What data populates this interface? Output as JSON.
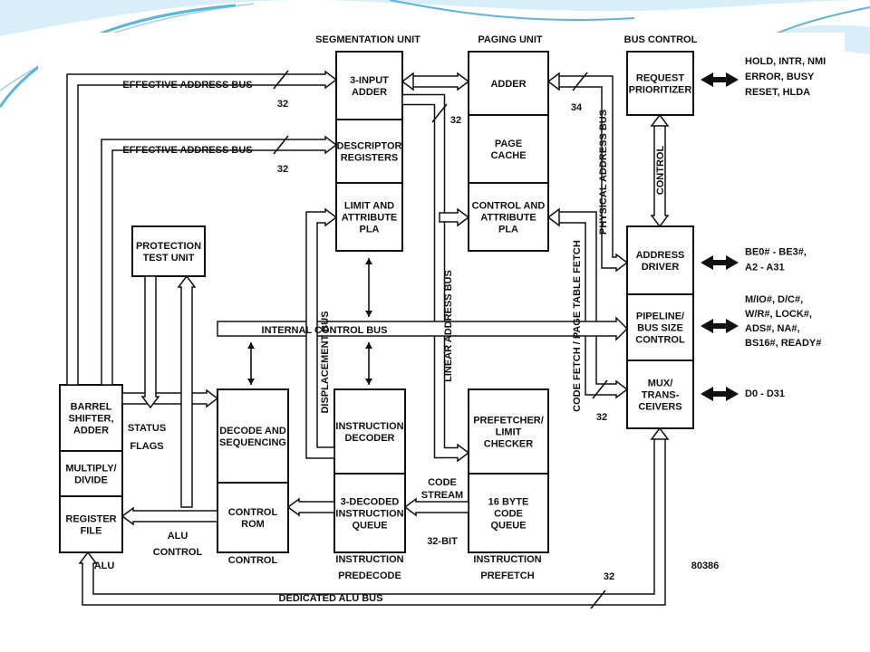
{
  "colors": {
    "slide_accent": "#5ab4dc",
    "slide_light": "#d8eef8",
    "ink": "#111111"
  },
  "units": {
    "segmentation": "SEGMENTATION UNIT",
    "paging": "PAGING UNIT",
    "bus_control": "BUS CONTROL"
  },
  "blocks": {
    "adder3": [
      "3-INPUT",
      "ADDER"
    ],
    "descriptor": [
      "DESCRIPTOR",
      "REGISTERS"
    ],
    "limit_pla": [
      "LIMIT AND",
      "ATTRIBUTE",
      "PLA"
    ],
    "pg_adder": [
      "ADDER"
    ],
    "page_cache": [
      "PAGE",
      "CACHE"
    ],
    "ctrl_pla": [
      "CONTROL AND",
      "ATTRIBUTE",
      "PLA"
    ],
    "request": [
      "REQUEST",
      "PRIORITIZER"
    ],
    "addr_driver": [
      "ADDRESS",
      "DRIVER"
    ],
    "pipeline": [
      "PIPELINE/",
      "BUS SIZE",
      "CONTROL"
    ],
    "mux": [
      "MUX/",
      "TRANS-",
      "CEIVERS"
    ],
    "protection": [
      "PROTECTION",
      "TEST UNIT"
    ],
    "barrel": [
      "BARREL",
      "SHIFTER,",
      "ADDER"
    ],
    "multiply": [
      "MULTIPLY/",
      "DIVIDE"
    ],
    "regfile": [
      "REGISTER",
      "FILE"
    ],
    "decode_seq": [
      "DECODE AND",
      "SEQUENCING"
    ],
    "control_rom": [
      "CONTROL",
      "ROM"
    ],
    "instr_decoder": [
      "INSTRUCTION",
      "DECODER"
    ],
    "decoded_queue": [
      "3-DECODED",
      "INSTRUCTION",
      "QUEUE"
    ],
    "prefetcher": [
      "PREFETCHER/",
      "LIMIT",
      "CHECKER"
    ],
    "code_queue": [
      "16 BYTE",
      "CODE",
      "QUEUE"
    ]
  },
  "buses": {
    "eff1": "EFFECTIVE ADDRESS BUS",
    "eff2": "EFFECTIVE ADDRESS BUS",
    "internal": "INTERNAL CONTROL BUS",
    "displacement": "DISPLACEMENT BUS",
    "linear": "LINEAR ADDRESS BUS",
    "physical": "PHYSICAL ADDRESS BUS",
    "code_fetch": "CODE FETCH / PAGE TABLE FETCH",
    "control": "CONTROL",
    "dedicated": "DEDICATED ALU BUS"
  },
  "widths": {
    "eff1": "32",
    "eff2": "32",
    "linear": "32",
    "physical": "34",
    "prefetch": "32",
    "dedicated": "32",
    "bit32": "32-BIT"
  },
  "labels": {
    "status_flags": [
      "STATUS",
      "FLAGS"
    ],
    "alu_control": [
      "ALU",
      "CONTROL"
    ],
    "alu": "ALU",
    "control": "CONTROL",
    "instr_predecode": [
      "INSTRUCTION",
      "PREDECODE"
    ],
    "instr_prefetch": [
      "INSTRUCTION",
      "PREFETCH"
    ],
    "code_stream": [
      "CODE",
      "STREAM"
    ],
    "chip": "80386"
  },
  "pins": {
    "request": [
      "HOLD, INTR, NMI",
      "ERROR, BUSY",
      "RESET, HLDA"
    ],
    "addr": [
      "BE0# - BE3#,",
      "A2 - A31"
    ],
    "pipeline": [
      "M/IO#, D/C#,",
      "W/R#, LOCK#,",
      "ADS#, NA#,",
      "BS16#, READY#"
    ],
    "data": [
      "D0 - D31"
    ]
  }
}
